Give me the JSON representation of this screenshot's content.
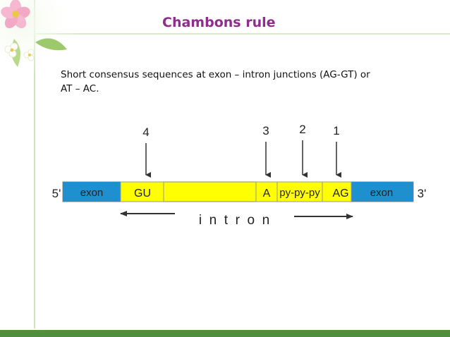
{
  "slide": {
    "title": "Chambons rule",
    "text_line1": "Short consensus sequences at exon – intron junctions  (AG-GT) or",
    "text_line2": "AT – AC."
  },
  "diagram": {
    "end_left": "5'",
    "end_right": "3'",
    "exon_left": "exon",
    "exon_right": "exon",
    "gu": "GU",
    "a": "A",
    "pypy": "py-py-py",
    "ag": "AG",
    "intron": "i  n  t  r  o  n",
    "arrow_labels": [
      "4",
      "3",
      "2",
      "1"
    ]
  },
  "colors": {
    "title": "#8f2d8f",
    "exon": "#1e8fcf",
    "intron": "#ffff00",
    "accent_green": "#4f8f3b"
  },
  "icons": [
    "flower-decoration",
    "down-arrow-icon"
  ]
}
